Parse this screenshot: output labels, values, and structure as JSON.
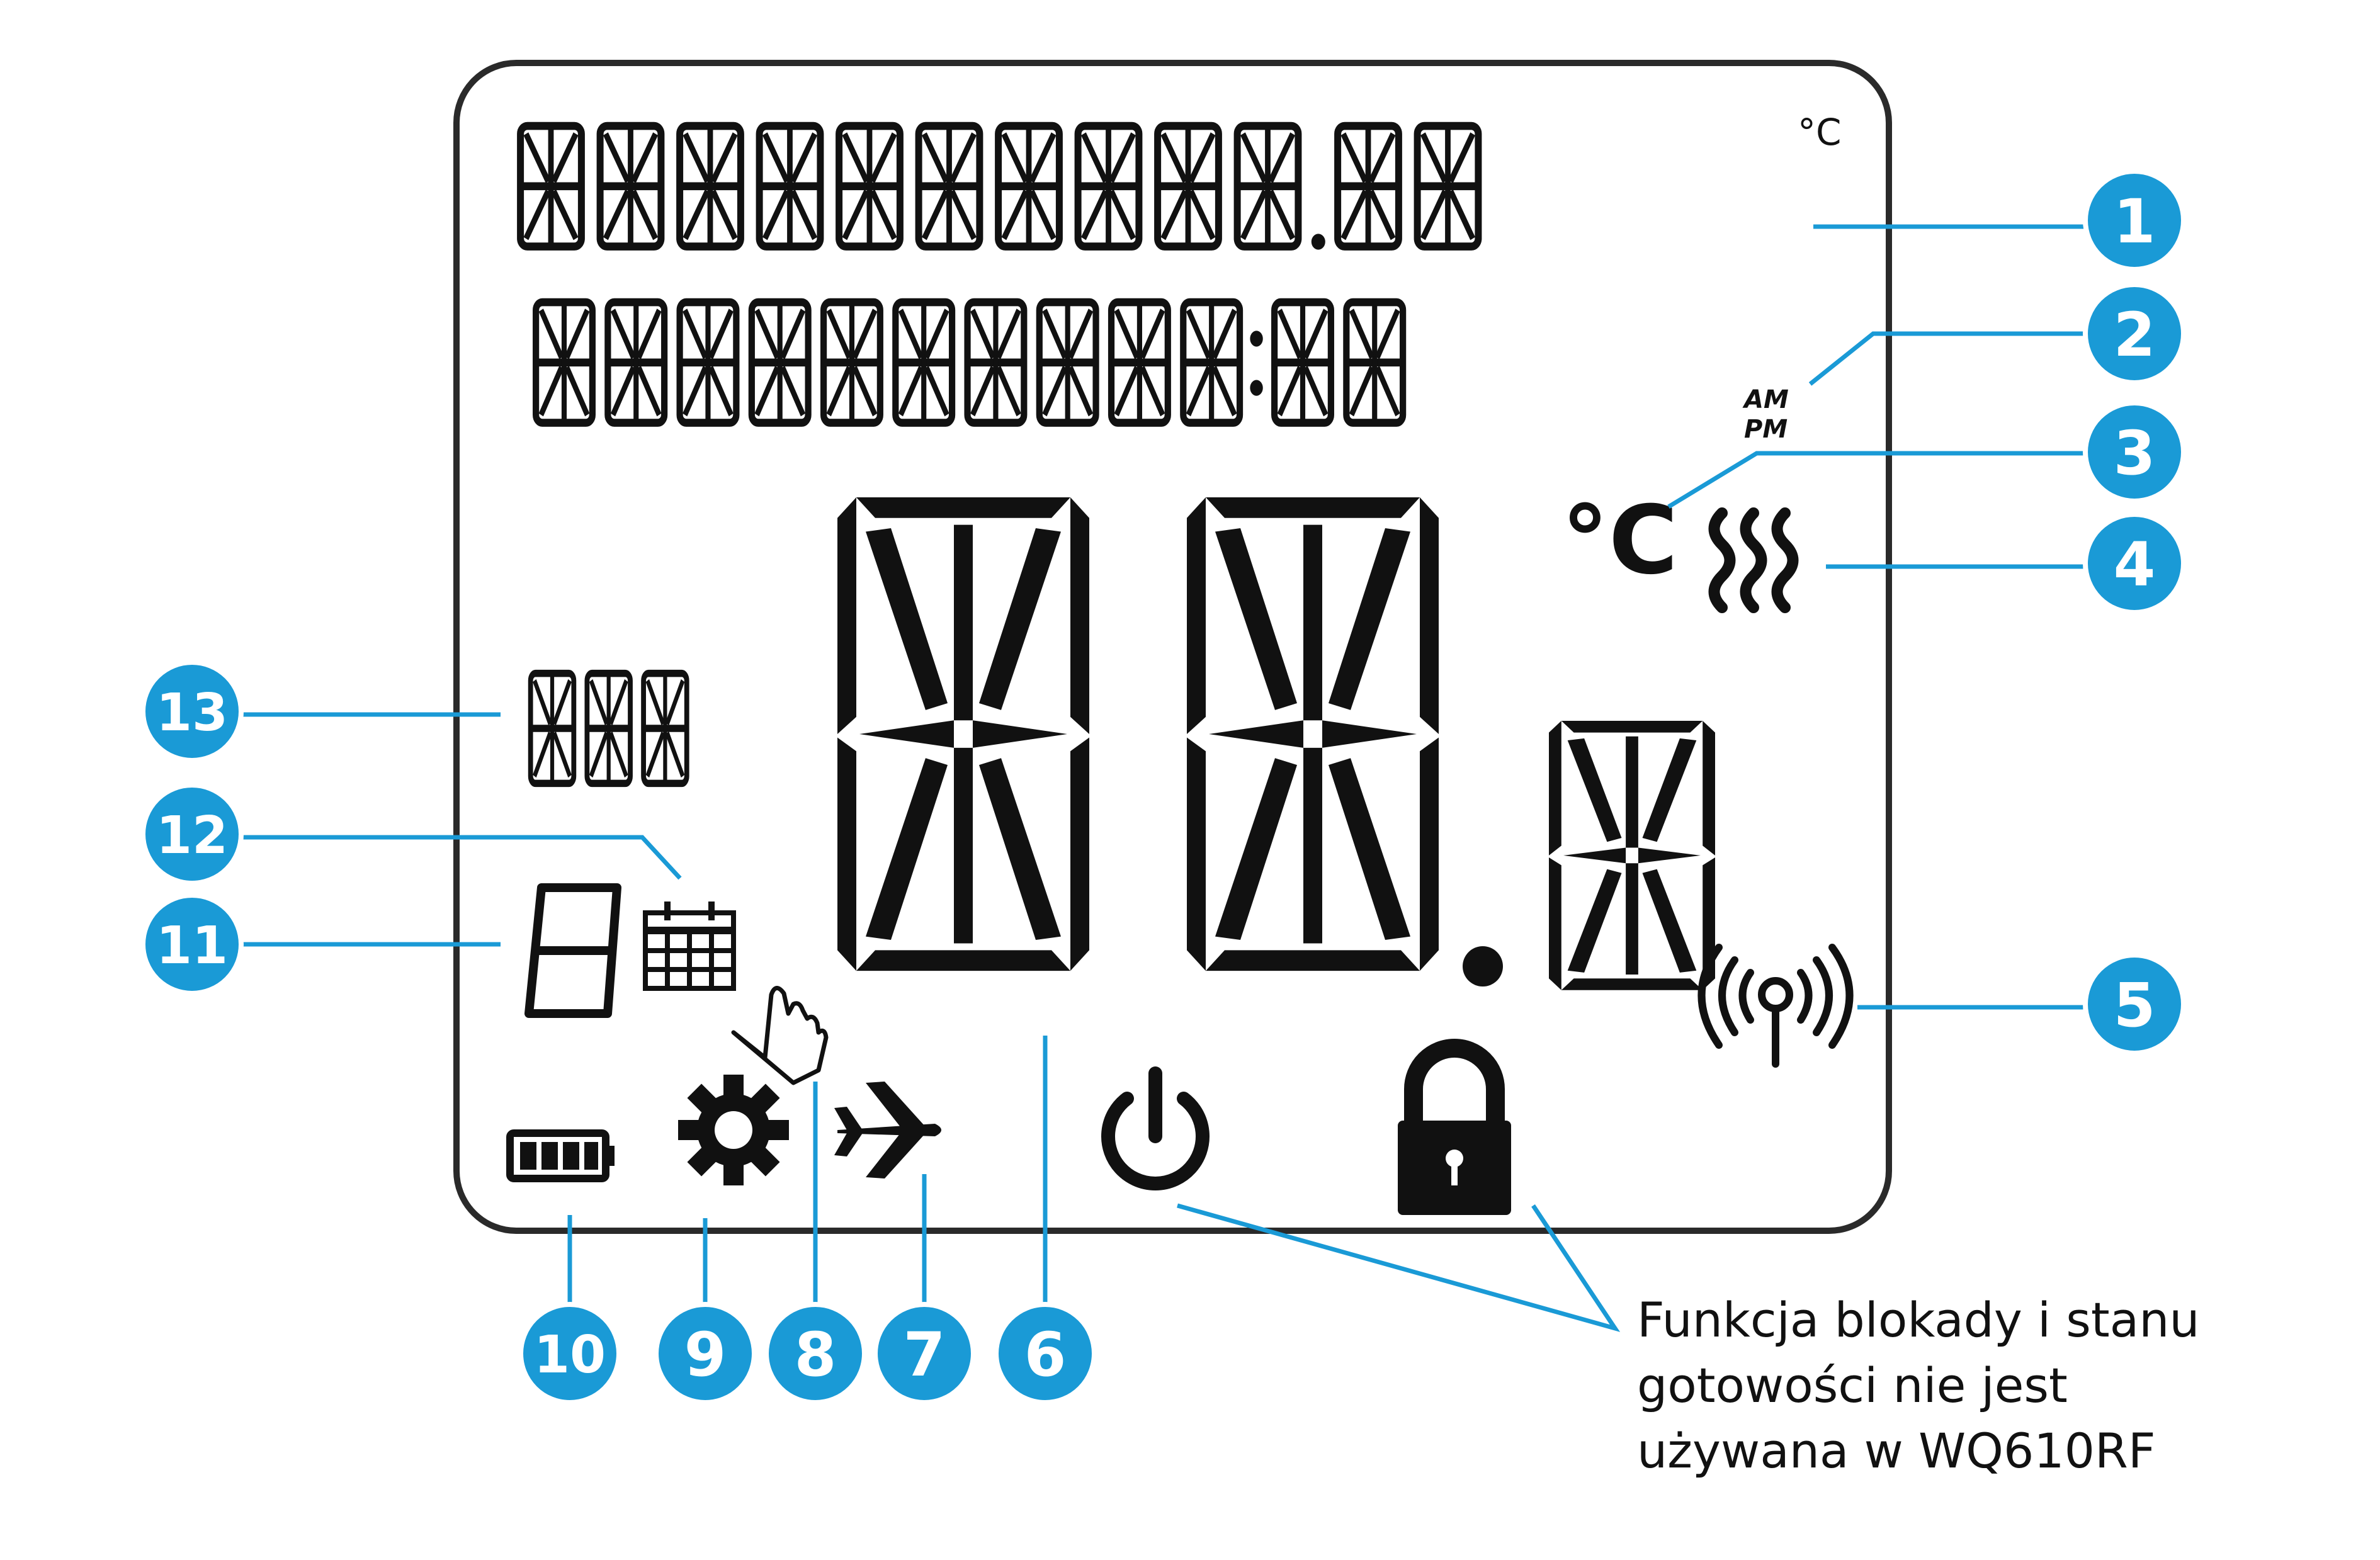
{
  "note": {
    "lines": [
      "Funkcja blokady i stanu",
      "gotowości nie jest",
      "używana w WQ610RF"
    ]
  },
  "lcd": {
    "unit_small": "°C",
    "unit_large": "°C",
    "am": "AM",
    "pm": "PM"
  },
  "badges": [
    {
      "label": "1"
    },
    {
      "label": "2"
    },
    {
      "label": "3"
    },
    {
      "label": "4"
    },
    {
      "label": "5"
    },
    {
      "label": "6"
    },
    {
      "label": "7"
    },
    {
      "label": "8"
    },
    {
      "label": "9"
    },
    {
      "label": "10"
    },
    {
      "label": "11"
    },
    {
      "label": "12"
    },
    {
      "label": "13"
    }
  ],
  "colors": {
    "accent": "#1a9ad6",
    "lcd_ink": "#111111",
    "frame": "#2a2a2a"
  },
  "icons": [
    "battery-icon",
    "gear-icon",
    "airplane-icon",
    "power-icon",
    "lock-icon",
    "wireless-signal-icon",
    "heating-icon",
    "calendar-icon",
    "hand-pointer-icon"
  ]
}
